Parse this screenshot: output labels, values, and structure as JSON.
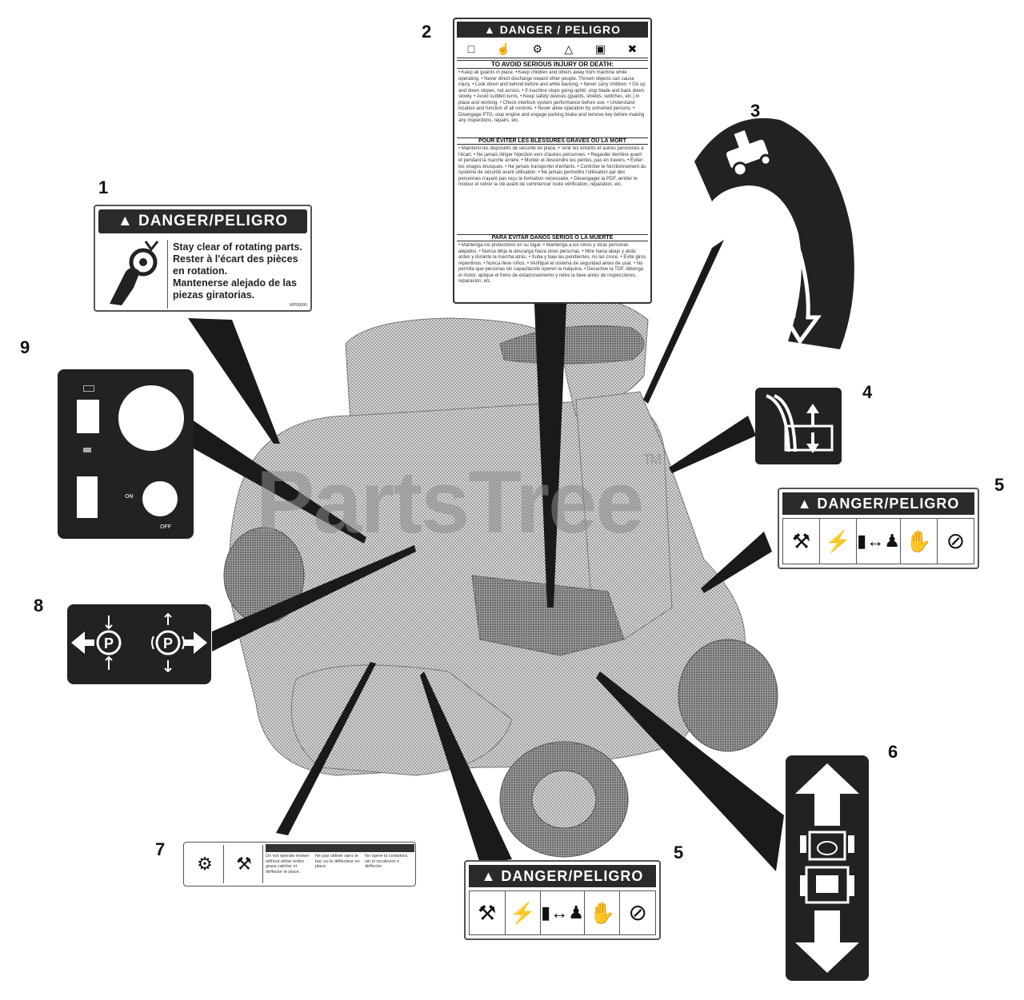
{
  "watermark": {
    "text": "PartsTree",
    "tm": "TM"
  },
  "callouts": [
    "1",
    "2",
    "3",
    "4",
    "5",
    "5",
    "6",
    "7",
    "8",
    "9"
  ],
  "decal1": {
    "banner": "DANGER/PELIGRO",
    "lines": [
      "Stay clear of rotating parts.",
      "Rester à l'écart des pièces",
      "en rotation.",
      "Mantenerse alejado de las",
      "piezas giratorias."
    ],
    "partno": "WP00000"
  },
  "decal2": {
    "banner": "DANGER / PELIGRO",
    "section1": "TO AVOID SERIOUS INJURY OR DEATH:",
    "body1": "• Keep all guards in place. • Keep children and others away from machine while operating. • Never direct discharge toward other people. Thrown objects can cause injury. • Look down and behind before and while backing. • Never carry children. • Go up and down slopes, not across. • If machine stops going uphill, stop blade and back down slowly. • Avoid sudden turns. • Keep safety devices (guards, shields, switches, etc.) in place and working. • Check interlock system performance before use. • Understand location and function of all controls. • Never allow operation by untrained persons. • Disengage PTO, stop engine and engage parking brake and remove key before making any inspections, repairs, etc.",
    "section2": "POUR ÉVITER LES BLESSURES GRAVES OU LA MORT",
    "body2": "• Maintenir les dispositifs de sécurité en place. • Tenir les enfants et autres personnes à l'écart. • Ne jamais diriger l'éjection vers d'autres personnes. • Regarder derrière avant et pendant la marche arrière. • Monter et descendre les pentes, pas en travers. • Éviter les virages brusques. • Ne jamais transporter d'enfants. • Contrôler le fonctionnement du système de sécurité avant utilisation. • Ne jamais permettre l'utilisation par des personnes n'ayant pas reçu la formation nécessaire. • Désengager la PDF, arrêter le moteur et retirer la clé avant de commencer toute vérification, réparation, etc.",
    "section3": "PARA EVITAR DAÑOS SERIOS O LA MUERTE",
    "body3": "• Mantenga los protectores en su lugar. • Mantenga a los niños y otras personas alejados. • Nunca dirija la descarga hacia otras personas. • Mire hacia abajo y atrás antes y durante la marcha atrás. • Suba y baje las pendientes, no las cruce. • Evite giros repentinos. • Nunca lleve niños. • Verifique el sistema de seguridad antes de usar. • No permita que personas sin capacitación operen la máquina. • Desactive la TDF, detenga el motor, aplique el freno de estacionamiento y retire la llave antes de inspecciones, reparación, etc."
  },
  "decal5": {
    "banner": "DANGER/PELIGRO"
  },
  "decal9": {
    "on": "ON",
    "off": "OFF"
  },
  "decal7": {
    "col1": "Do not operate mower without either entire grass catcher or deflector in place.",
    "col2": "Ne pas utiliser sans le bac ou le déflecteur en place.",
    "col3": "No opere la cortadora sin el recolector o deflector."
  },
  "colors": {
    "decal_dark": "#222222",
    "body_dots": "#9a9a9a",
    "leader": "#1a1a1a"
  }
}
